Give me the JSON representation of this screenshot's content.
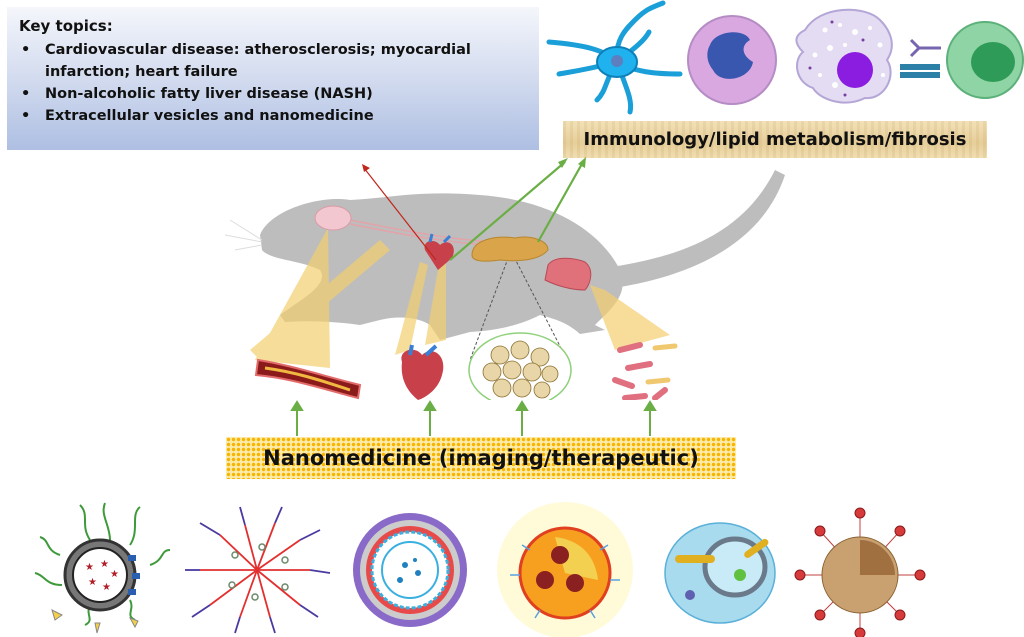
{
  "key_topics": {
    "title": "Key topics:",
    "bullet": "•",
    "items": [
      "Cardiovascular disease: atherosclerosis; myocardial",
      "infarction; heart failure",
      "Non-alcoholic fatty liver disease (NASH)",
      "Extracellular vesicles and nanomedicine"
    ]
  },
  "immunology": {
    "label": "Immunology/lipid metabolism/fibrosis",
    "cells": [
      "dendritic-cell",
      "neutrophil",
      "macrophage",
      "b-cell-with-antibody-receptor"
    ]
  },
  "mouse_panel": {
    "organs": [
      "brain",
      "heart",
      "liver",
      "intestine"
    ],
    "zoom_insets": [
      "atherosclerotic-artery",
      "heart",
      "lipid-laden-hepatocytes",
      "gut-bacteria"
    ]
  },
  "nanomedicine": {
    "label": "Nanomedicine (imaging/therapeutic)",
    "particles": [
      "pegylated-liposome-with-drug",
      "polymeric-micelle",
      "lipid-nanoparticle",
      "protein-coated-nanoshell",
      "extracellular-vesicle",
      "dendrimer-nanocluster"
    ]
  },
  "colors": {
    "arrow_green": "#6aae45",
    "arrow_red": "#c0271d",
    "mouse_gray": "#bdbdbd",
    "beam_yellow": "#f3cf6e"
  }
}
